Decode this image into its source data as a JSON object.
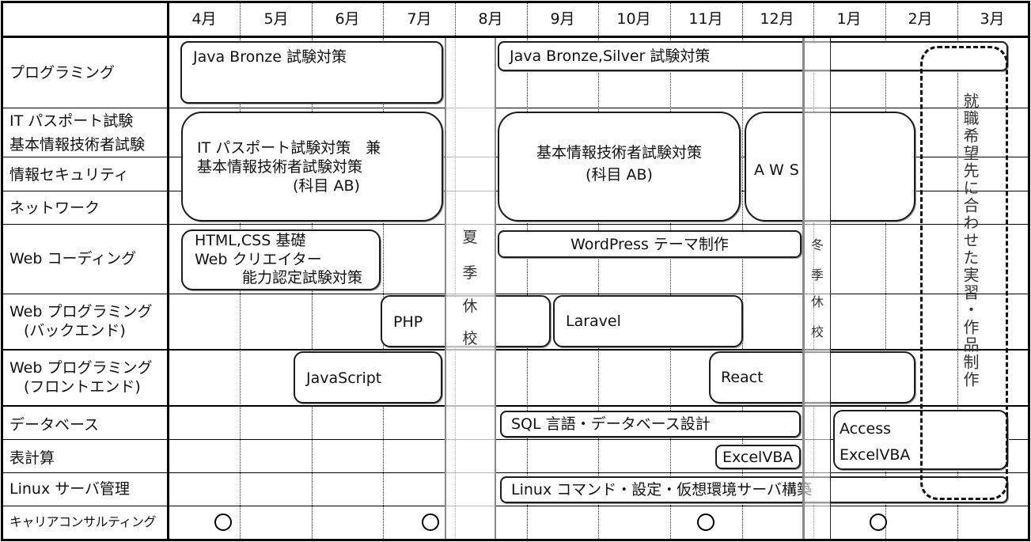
{
  "header": {
    "corner": "",
    "months": [
      "4月",
      "5月",
      "6月",
      "7月",
      "8月",
      "9月",
      "10月",
      "11月",
      "12月",
      "1月",
      "2月",
      "3月"
    ]
  },
  "rows": [
    {
      "label_lines": [
        "プログラミング"
      ]
    },
    {
      "label_lines": [
        "IT パスポート試験",
        "基本情報技術者試験"
      ]
    },
    {
      "label_lines": [
        "情報セキュリティ"
      ]
    },
    {
      "label_lines": [
        "ネットワーク"
      ]
    },
    {
      "label_lines": [
        "Web コーディング"
      ]
    },
    {
      "label_lines": [
        "Web プログラミング",
        "(バックエンド)"
      ]
    },
    {
      "label_lines": [
        "Web プログラミング",
        "(フロントエンド)"
      ]
    },
    {
      "label_lines": [
        "データベース"
      ]
    },
    {
      "label_lines": [
        "表計算"
      ]
    },
    {
      "label_lines": [
        "Linux サーバ管理"
      ]
    },
    {
      "label_lines": [
        "キャリアコンサルティング"
      ]
    }
  ],
  "tasks": [
    {
      "row": "プログラミング",
      "period": "4月–7月",
      "lines": [
        "Java Bronze 試験対策"
      ]
    },
    {
      "row": "プログラミング",
      "period": "9月–3月",
      "lines": [
        "Java Bronze,Silver 試験対策"
      ]
    },
    {
      "row": "IT パスポート試験 / 基本情報技術者試験 / 情報セキュリティ / ネットワーク",
      "period": "4月–7月",
      "lines": [
        "IT パスポート試験対策　兼",
        "基本情報技術者試験対策",
        "(科目 AB)"
      ]
    },
    {
      "row": "IT パスポート試験 / 基本情報技術者試験 / 情報セキュリティ / ネットワーク",
      "period": "9月–11月",
      "lines": [
        "基本情報技術者試験対策",
        "(科目 AB)"
      ]
    },
    {
      "row": "IT パスポート試験 / 基本情報技術者試験 / 情報セキュリティ / ネットワーク",
      "period": "12月–2月",
      "lines": [
        "AWS"
      ]
    },
    {
      "row": "Web コーディング",
      "period": "4月–6月",
      "lines": [
        "HTML,CSS  基礎",
        "Web クリエイター",
        "能力認定試験対策"
      ]
    },
    {
      "row": "Web コーディング",
      "period": "9月–12月",
      "lines": [
        "WordPress テーマ制作"
      ]
    },
    {
      "row": "Web プログラミング (バックエンド)",
      "period": "7月–9月",
      "lines": [
        "PHP"
      ]
    },
    {
      "row": "Web プログラミング (バックエンド)",
      "period": "9月–11月",
      "lines": [
        "Laravel"
      ]
    },
    {
      "row": "Web プログラミング (フロントエンド)",
      "period": "5月–7月",
      "lines": [
        "JavaScript"
      ]
    },
    {
      "row": "Web プログラミング (フロントエンド)",
      "period": "11月–2月",
      "lines": [
        "React"
      ]
    },
    {
      "row": "データベース",
      "period": "9月–12月",
      "lines": [
        "SQL 言語・データベース設計"
      ]
    },
    {
      "row": "表計算",
      "period": "11月–12月",
      "lines": [
        "ExcelVBA"
      ]
    },
    {
      "row": "データベース / 表計算",
      "period": "1月–3月",
      "lines": [
        "Access",
        "ExcelVBA"
      ]
    },
    {
      "row": "Linux サーバ管理",
      "period": "9月–3月",
      "lines": [
        "Linux コマンド・設定・仮想環境サーバ構築"
      ]
    }
  ],
  "final_project": {
    "period": "2月–3月",
    "label": "就職希望先に合わせた実習・作品制作"
  },
  "holidays": {
    "summer": {
      "month": "8月",
      "chars": [
        "夏",
        "季",
        "休",
        "校"
      ]
    },
    "winter": {
      "month": "12月–1月",
      "chars": [
        "冬",
        "季",
        "休",
        "校"
      ]
    }
  },
  "career_consulting": {
    "mark_icon": "circle-mark",
    "months": [
      "4月",
      "7月",
      "11月",
      "1月"
    ]
  },
  "colors": {
    "grid_line": "#000000",
    "box_border": "#1c1c1c",
    "holiday_border": "#8a8a8a",
    "text": "#111111"
  }
}
